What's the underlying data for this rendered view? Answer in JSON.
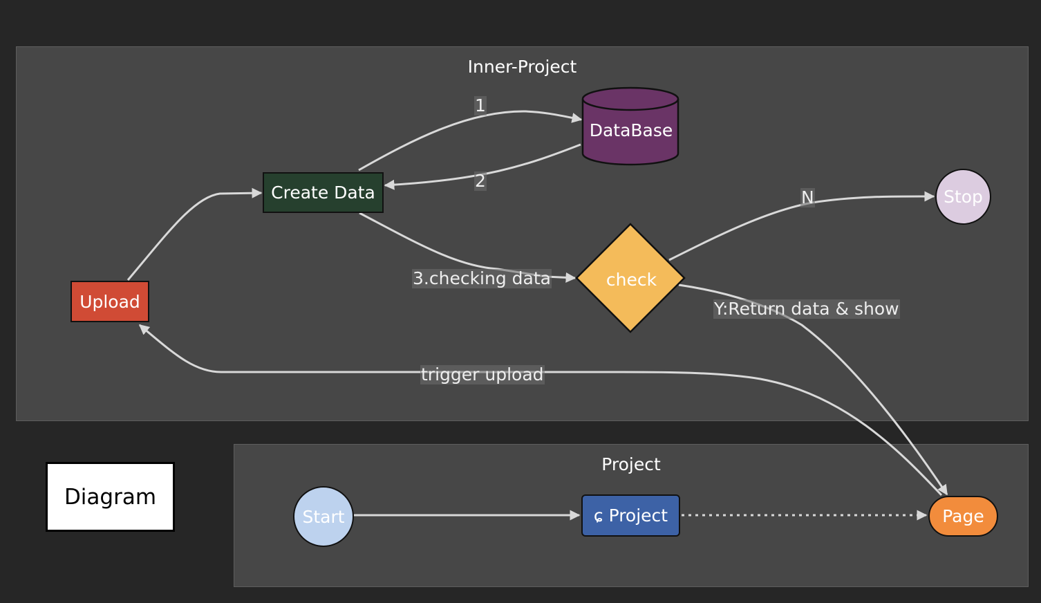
{
  "clusters": {
    "inner": {
      "title": "Inner-Project"
    },
    "project": {
      "title": "Project"
    }
  },
  "nodes": {
    "database": {
      "label": "DataBase",
      "color": "#6a3466"
    },
    "create_data": {
      "label": "Create Data",
      "color": "#26402e"
    },
    "upload": {
      "label": "Upload",
      "color": "#d04b35"
    },
    "check": {
      "label": "check",
      "color": "#f4bb5a"
    },
    "stop": {
      "label": "Stop",
      "color": "#dccce0"
    },
    "start": {
      "label": "Start",
      "color": "#bdd2ee"
    },
    "project": {
      "label": "ɕ Project",
      "color": "#3d62a6"
    },
    "page": {
      "label": "Page",
      "color": "#f28c3c"
    }
  },
  "edges": {
    "create_to_db": {
      "label": "1"
    },
    "db_to_create": {
      "label": "2"
    },
    "check_to_stop": {
      "label": "N"
    },
    "create_to_check": {
      "label": "3.checking data"
    },
    "check_to_page": {
      "label": "Y:Return data & show"
    },
    "page_to_upload": {
      "label": "trigger upload"
    },
    "upload_to_create": {
      "label": ""
    },
    "start_to_project": {
      "label": ""
    },
    "project_to_page": {
      "label": "",
      "style": "dotted"
    }
  },
  "legend": {
    "label": "Diagram"
  },
  "colors": {
    "background": "#262626",
    "cluster": "#474747",
    "edge": "#d9d9d9"
  }
}
